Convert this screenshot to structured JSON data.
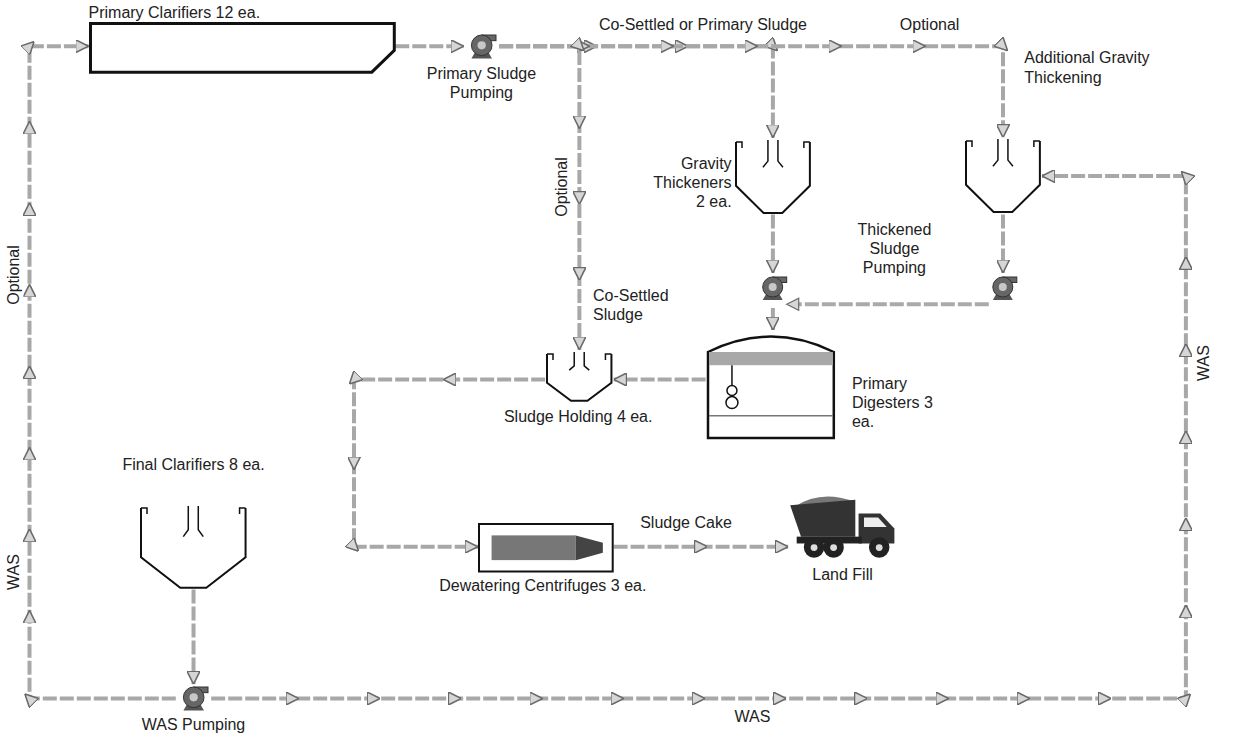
{
  "diagram": {
    "nodes": [
      {
        "text": [
          "Primary Clarifiers 12 ea."
        ]
      },
      {
        "text": [
          "Primary Sludge Pumping"
        ]
      },
      {
        "text": [
          "Gravity Thickeners 2 ea."
        ]
      },
      {
        "text": [
          "Additional Gravity Thickening"
        ]
      },
      {
        "text": [
          "Thickened Sludge Pumping"
        ]
      },
      {
        "text": [
          "Primary Digesters 3 ea."
        ]
      },
      {
        "text": [
          "Sludge Holding 4 ea."
        ]
      },
      {
        "text": [
          "Dewatering Centrifuges 3 ea."
        ]
      },
      {
        "text": [
          "Land Fill"
        ]
      },
      {
        "text": [
          "Final Clarifiers 8 ea."
        ]
      },
      {
        "text": [
          "WAS Pumping"
        ]
      }
    ],
    "edges": [
      {
        "from": 0,
        "to": 1,
        "arrow": "to"
      },
      {
        "from": 1,
        "to": 2,
        "label": "Co-Settled or Primary Sludge",
        "arrow": "to"
      },
      {
        "from": 1,
        "to": 3,
        "label": "Optional",
        "arrow": "to"
      },
      {
        "from": 1,
        "to": 6,
        "label": "Optional",
        "arrow": "to"
      },
      {
        "from": 2,
        "to": 4,
        "arrow": "to"
      },
      {
        "from": 3,
        "to": 4,
        "arrow": "to"
      },
      {
        "from": 4,
        "to": 5,
        "arrow": "to"
      },
      {
        "from": 5,
        "to": 6,
        "arrow": "to"
      },
      {
        "from": 6,
        "to": 7,
        "arrow": "to"
      },
      {
        "from": 7,
        "to": 8,
        "label": "Sludge Cake",
        "arrow": "to"
      },
      {
        "from": 9,
        "to": 10,
        "arrow": "to"
      },
      {
        "from": 10,
        "to": 0,
        "label": "Optional",
        "arrow": "to"
      },
      {
        "from": 10,
        "to": 3,
        "label": "WAS",
        "arrow": "to"
      }
    ],
    "labels": [
      "Co-Settled Sludge",
      "WAS",
      "WAS"
    ]
  }
}
